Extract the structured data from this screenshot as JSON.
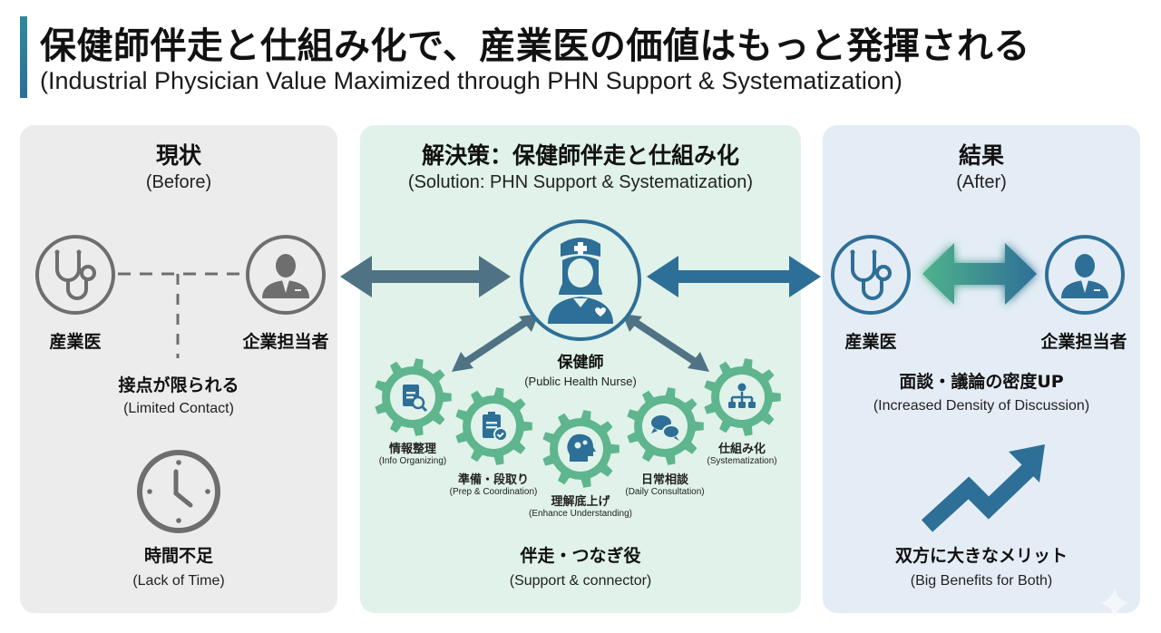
{
  "header": {
    "title_jp": "保健師伴走と仕組み化で、産業医の価値はもっと発揮される",
    "title_en": "(Industrial Physician Value Maximized through PHN Support & Systematization)"
  },
  "before": {
    "title_jp": "現状",
    "title_en": "(Before)",
    "physician_label": "産業医",
    "company_label": "企業担当者",
    "contact_jp": "接点が限られる",
    "contact_en": "(Limited Contact)",
    "time_jp": "時間不足",
    "time_en": "(Lack of Time)"
  },
  "solution": {
    "title_jp": "解決策：保健師伴走と仕組み化",
    "title_en": "(Solution: PHN Support & Systematization)",
    "nurse_jp": "保健師",
    "nurse_en": "(Public Health Nurse)",
    "gears": [
      {
        "jp": "情報整理",
        "en": "(Info Organizing)",
        "icon": "document-search-icon"
      },
      {
        "jp": "準備・段取り",
        "en": "(Prep & Coordination)",
        "icon": "clipboard-check-icon"
      },
      {
        "jp": "理解底上げ",
        "en": "(Enhance Understanding)",
        "icon": "head-gears-icon"
      },
      {
        "jp": "日常相談",
        "en": "(Daily Consultation)",
        "icon": "chat-bubbles-icon"
      },
      {
        "jp": "仕組み化",
        "en": "(Systematization)",
        "icon": "org-chart-icon"
      }
    ],
    "footer_jp": "伴走・つなぎ役",
    "footer_en": "(Support & connector)"
  },
  "after": {
    "title_jp": "結果",
    "title_en": "(After)",
    "physician_label": "産業医",
    "company_label": "企業担当者",
    "density_jp": "面談・議論の密度UP",
    "density_en": "(Increased Density of Discussion)",
    "benefit_jp": "双方に大きなメリット",
    "benefit_en": "(Big Benefits for Both)"
  },
  "colors": {
    "accent_blue": "#2e6f98",
    "slate_arrow": "#4f7384",
    "gear_green": "#5eb58e",
    "grey_icon": "#6e6e6e",
    "panel_before": "#ececec",
    "panel_solution": "#e0f2e9",
    "panel_after": "#e4edf5"
  }
}
